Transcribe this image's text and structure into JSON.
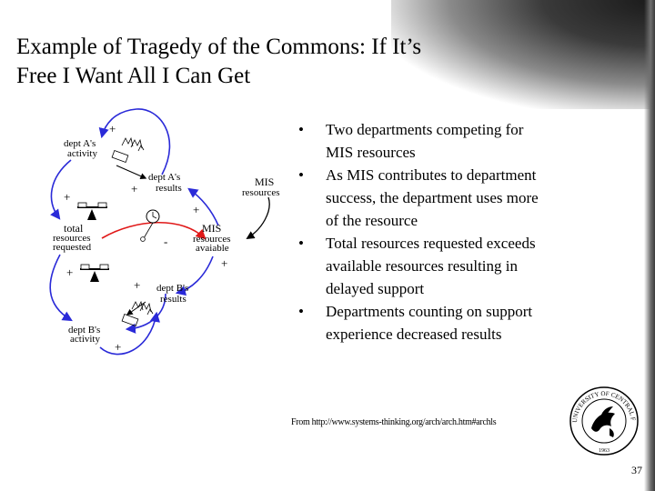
{
  "slide": {
    "title_line1": "Example of Tragedy of the Commons: If It’s",
    "title_line2": "Free I Want All I Can Get",
    "page_number": "37"
  },
  "diagram": {
    "labels": {
      "dept_a_activity_1": "dept A's",
      "dept_a_activity_2": "activity",
      "dept_a_results_1": "dept A's",
      "dept_a_results_2": "results",
      "mis_resources_1": "MIS",
      "mis_resources_2": "resources",
      "total_requested_1": "total",
      "total_requested_2": "resources",
      "total_requested_3": "requested",
      "mis_available_1": "MIS",
      "mis_available_2": "resources",
      "mis_available_3": "avaiable",
      "dept_b_results_1": "dept B's",
      "dept_b_results_2": "results",
      "dept_b_activity_1": "dept B's",
      "dept_b_activity_2": "activity"
    },
    "polarity": {
      "plus": "+",
      "minus": "-"
    }
  },
  "bullets": [
    {
      "line1": "Two departments competing for",
      "line2": "MIS resources"
    },
    {
      "line1": "As MIS contributes to department",
      "line2": "success, the department uses more",
      "line3": "of the resource"
    },
    {
      "line1": "Total resources requested exceeds",
      "line2": "available resources resulting in",
      "line3": "delayed support"
    },
    {
      "line1": "Departments counting on support",
      "line2": "experience decreased results"
    }
  ],
  "bullet_symbol": "•",
  "source": "From http://www.systems-thinking.org/arch/arch.htm#archls",
  "seal": {
    "text_top": "UNIVERSITY OF CENTRAL FLORIDA",
    "year": "1963"
  },
  "colors": {
    "loop_blue": "#2a2ad8",
    "link_red": "#e01818",
    "corner_dark": "#1a1a1a"
  }
}
